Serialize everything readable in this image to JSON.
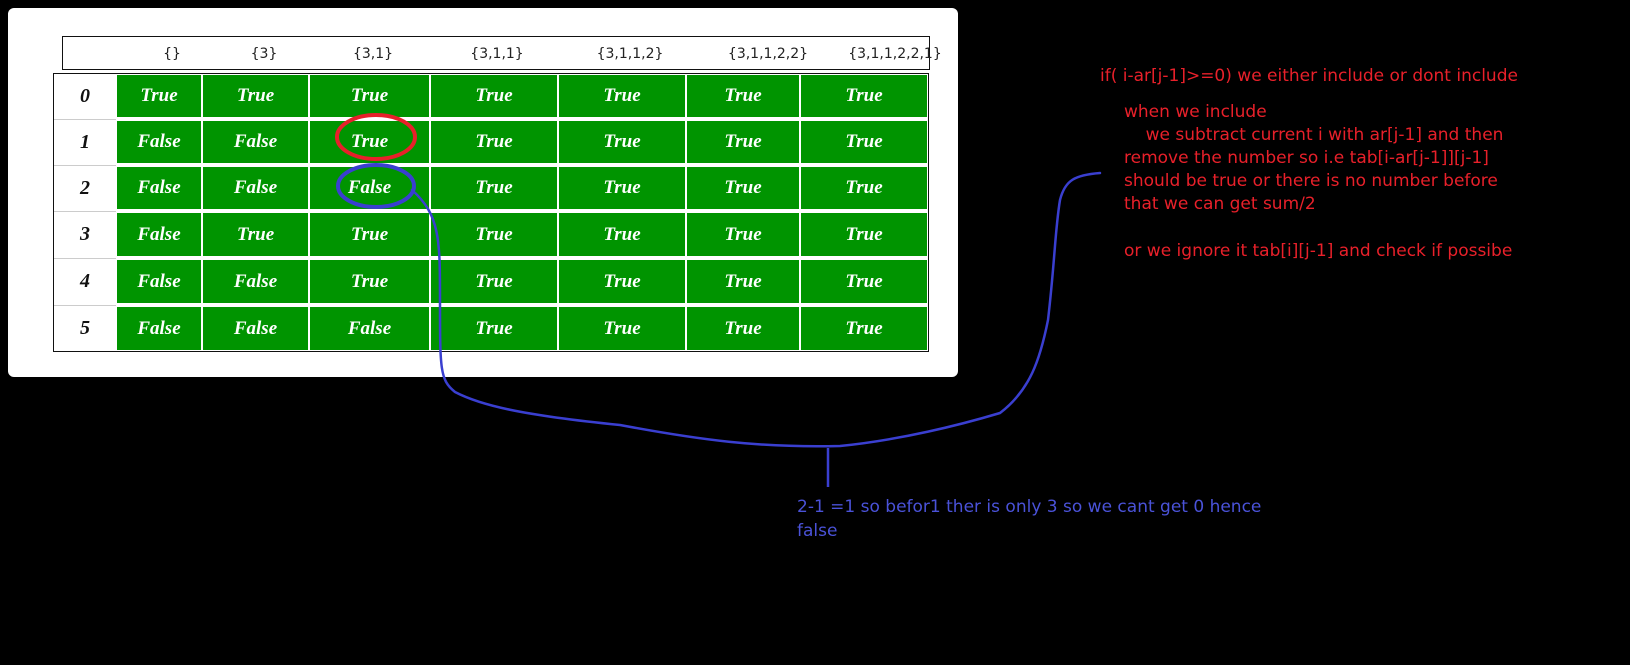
{
  "table": {
    "columns": [
      "{}",
      "{3}",
      "{3,1}",
      "{3,1,1}",
      "{3,1,1,2}",
      "{3,1,1,2,2}",
      "{3,1,1,2,2,1}"
    ],
    "row_labels": [
      "0",
      "1",
      "2",
      "3",
      "4",
      "5"
    ],
    "cells": [
      [
        "True",
        "True",
        "True",
        "True",
        "True",
        "True",
        "True"
      ],
      [
        "False",
        "False",
        "True",
        "True",
        "True",
        "True",
        "True"
      ],
      [
        "False",
        "False",
        "False",
        "True",
        "True",
        "True",
        "True"
      ],
      [
        "False",
        "True",
        "True",
        "True",
        "True",
        "True",
        "True"
      ],
      [
        "False",
        "False",
        "True",
        "True",
        "True",
        "True",
        "True"
      ],
      [
        "False",
        "False",
        "False",
        "True",
        "True",
        "True",
        "True"
      ]
    ],
    "cell_color": "#009400"
  },
  "annotations": {
    "red_circle_color": "#e8202a",
    "blue_circle_color": "#3a3fd0",
    "red_note": {
      "line1": "if( i-ar[j-1]>=0) we either include or dont include",
      "line2": "when we include",
      "line3": "    we subtract current i with ar[j-1] and then",
      "line4": "remove the number so i.e tab[i-ar[j-1]][j-1]",
      "line5": "should be true or there is no number before",
      "line6": "that we can get sum/2",
      "line7": "or we ignore it tab[i][j-1] and check if possibe"
    },
    "blue_note": {
      "line1": "2-1 =1 so befor1 ther is only 3 so we cant get 0 hence",
      "line2": "false"
    }
  }
}
